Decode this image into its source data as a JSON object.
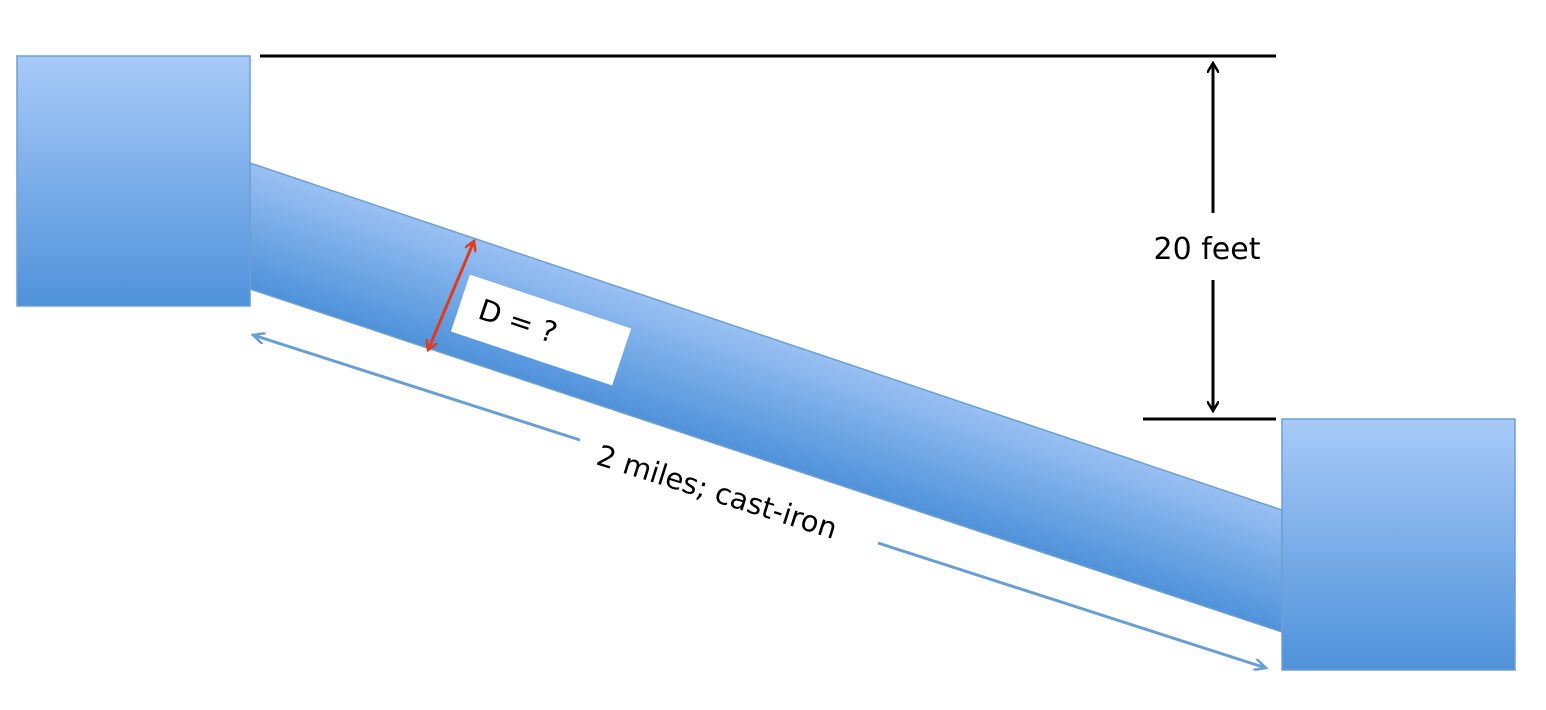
{
  "labels": {
    "diameter": "D = ?",
    "height": "20 feet",
    "length": "2 miles; cast-iron"
  },
  "colors": {
    "fill_light": "#a8caf8",
    "fill_dark": "#4f92da",
    "edge": "#6f9fd0",
    "diameter_arrow": "#e03a1c",
    "dimension_lines": "#000000",
    "length_arrow": "#6a9fd4"
  }
}
